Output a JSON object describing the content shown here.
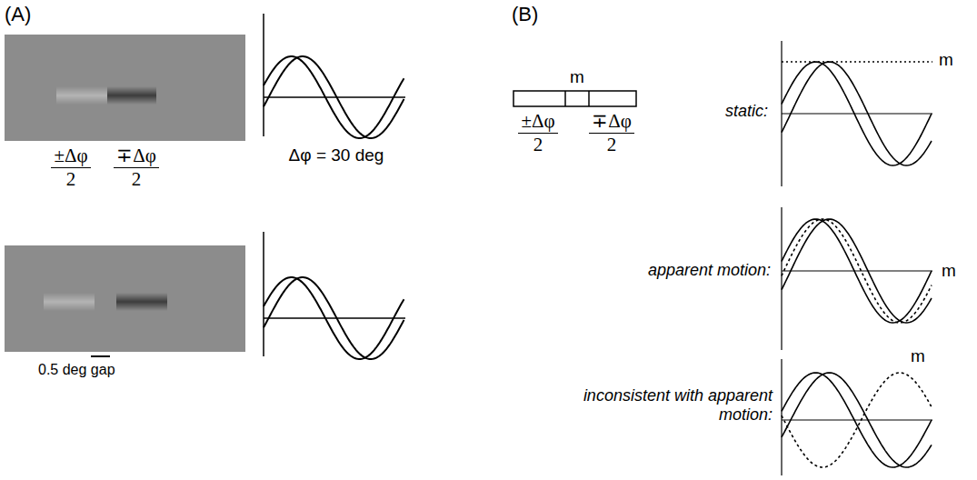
{
  "diagram": {
    "labels": [
      "(A)",
      "±Δφ",
      "2",
      "∓Δφ",
      "2",
      "Δφ = 30 deg",
      "0.5 deg gap",
      "(B)",
      "m",
      "±Δφ",
      "2",
      "∓Δφ",
      "2",
      "static:",
      "m",
      "apparent motion:",
      "m",
      "inconsistent with apparent motion:",
      "m"
    ]
  }
}
